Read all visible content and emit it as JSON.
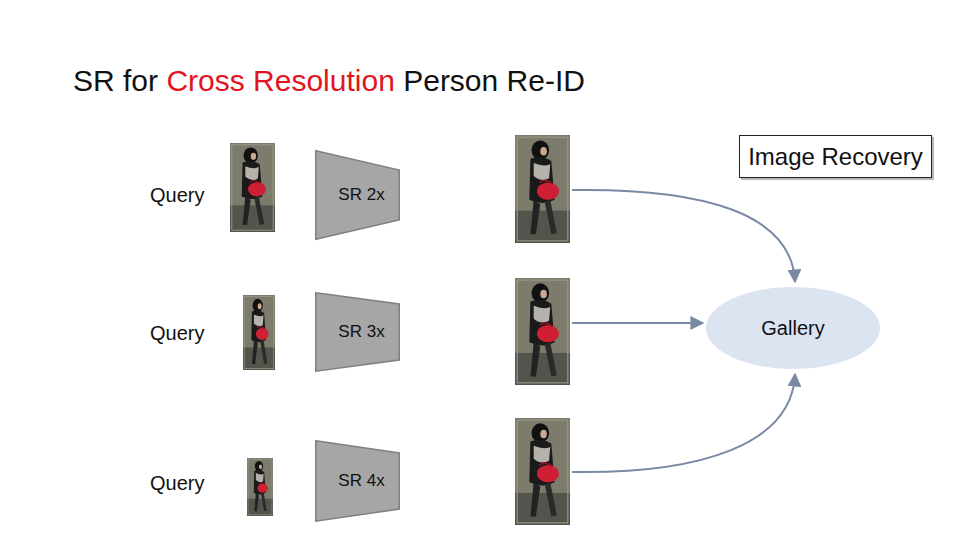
{
  "diagram": {
    "title": "SR for Cross Resolution Person Re-ID",
    "nodes": [
      {
        "text": [
          "Image Recovery"
        ]
      },
      {
        "text": [
          "SR 2x"
        ]
      },
      {
        "text": [
          "SR 3x"
        ]
      },
      {
        "text": [
          "Gallery"
        ]
      },
      {
        "text": [
          "SR 4x"
        ]
      }
    ],
    "labels": [
      "Query",
      "Query",
      "Query"
    ]
  }
}
